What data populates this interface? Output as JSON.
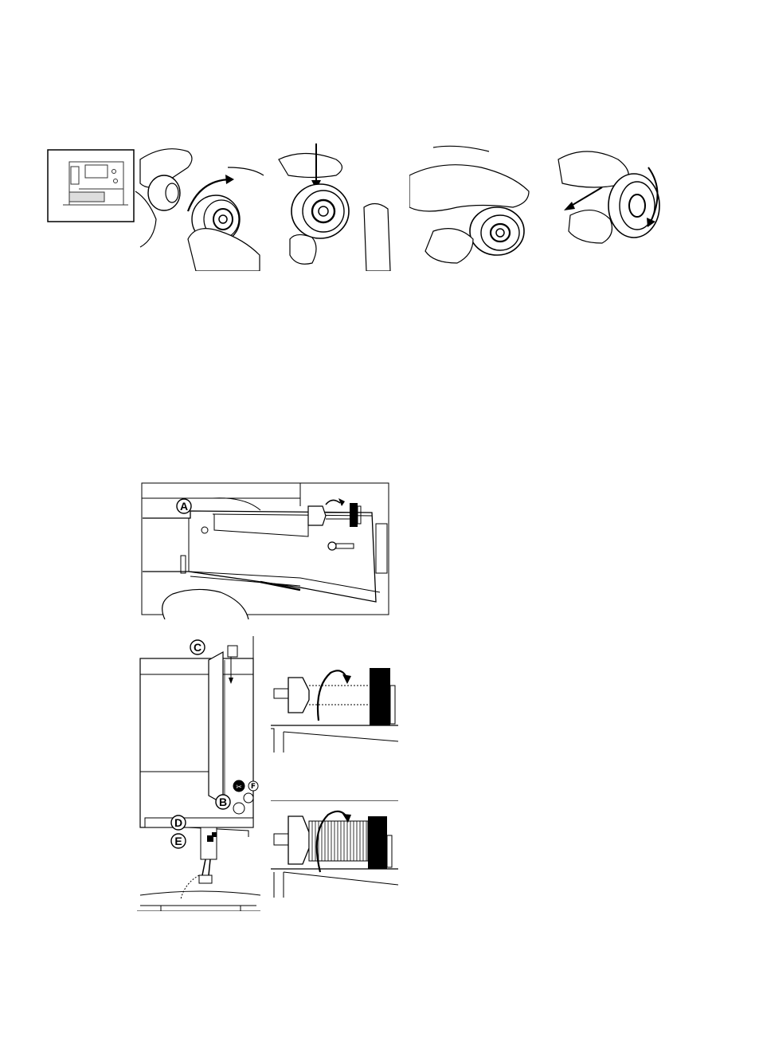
{
  "figures": {
    "step_panels": [
      {
        "name": "step-1-insert-bobbin"
      },
      {
        "name": "step-2-press-bobbin"
      },
      {
        "name": "step-3-hold-bobbin-case"
      },
      {
        "name": "step-4-pull-thread"
      }
    ],
    "callouts": {
      "a": "A",
      "b": "B",
      "c": "C",
      "d": "D",
      "e": "E"
    },
    "buttons": {
      "scissors": "✂",
      "f": "F"
    }
  }
}
